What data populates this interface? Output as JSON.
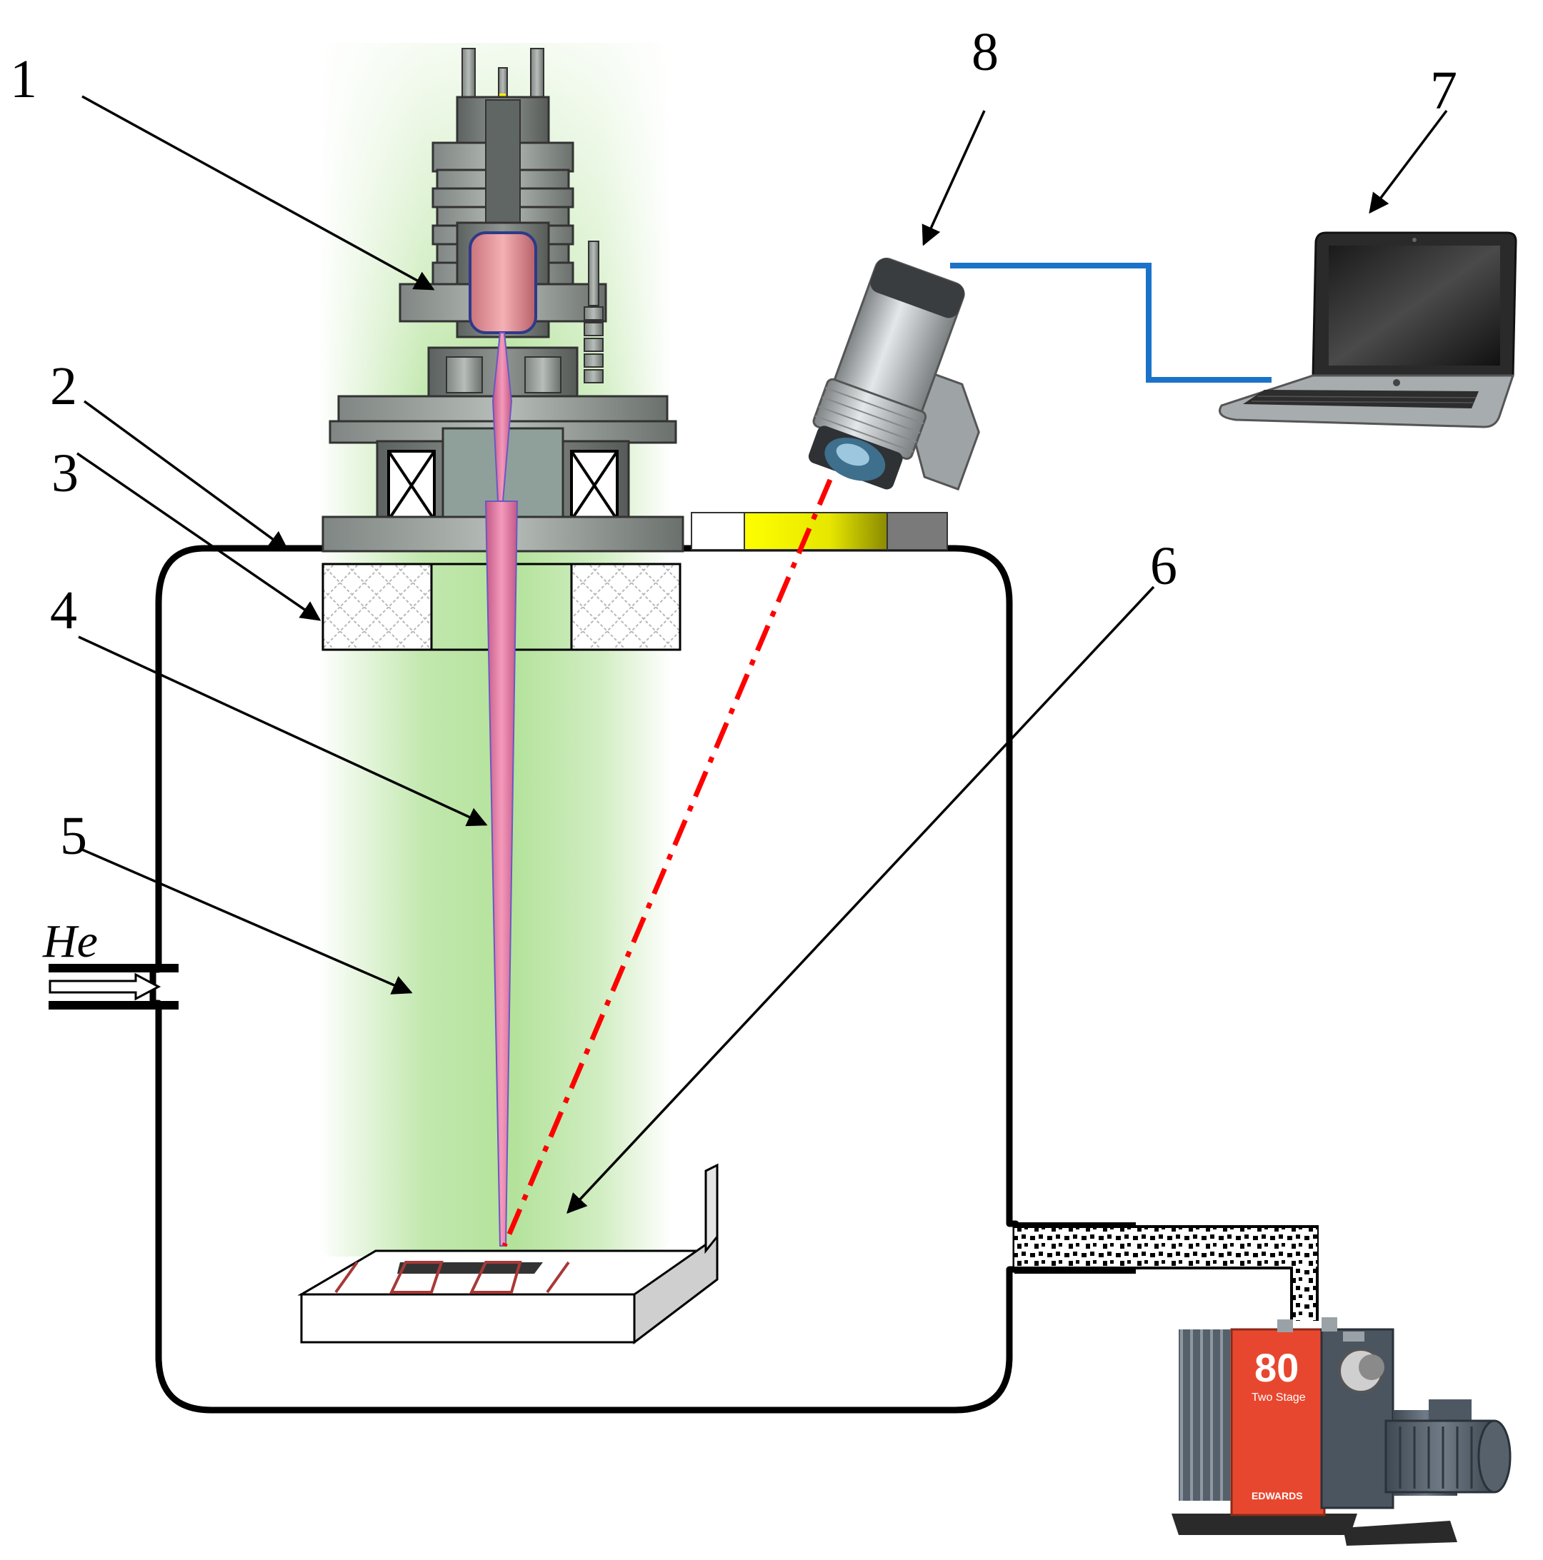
{
  "labels": {
    "n1": "1",
    "n2": "2",
    "n3": "3",
    "n4": "4",
    "n5": "5",
    "n6": "6",
    "n7": "7",
    "n8": "8",
    "gas": "He"
  },
  "pump": {
    "model": "80",
    "subtitle": "Two Stage",
    "brand": "EDWARDS"
  },
  "colors": {
    "plasma_glow": "#b3e29a",
    "electron_beam": "#e87aa6",
    "beam_dash": "#ff0000",
    "data_cable": "#1a73c8",
    "pump_body": "#e8472f",
    "chamber_line": "#000000"
  }
}
